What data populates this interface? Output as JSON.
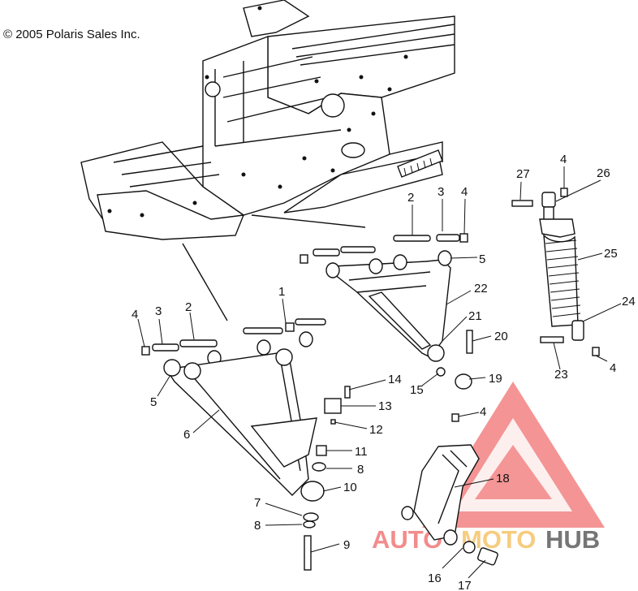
{
  "copyright": "© 2005 Polaris Sales Inc.",
  "watermark": {
    "text_part1": "AUTO",
    "text_part2": "MOTO",
    "text_part3": "HUB",
    "color_primary": "#f07070",
    "color_secondary": "#f5d070",
    "color_hub": "#555555"
  },
  "callouts": {
    "c1": "1",
    "c2a": "2",
    "c2b": "2",
    "c3a": "3",
    "c3b": "3",
    "c4a": "4",
    "c4b": "4",
    "c4c": "4",
    "c4d": "4",
    "c4e": "4",
    "c5a": "5",
    "c5b": "5",
    "c6": "6",
    "c7": "7",
    "c8a": "8",
    "c8b": "8",
    "c9": "9",
    "c10": "10",
    "c11": "11",
    "c12": "12",
    "c13": "13",
    "c14": "14",
    "c15": "15",
    "c16": "16",
    "c17": "17",
    "c18": "18",
    "c19": "19",
    "c20": "20",
    "c21": "21",
    "c22": "22",
    "c23": "23",
    "c24": "24",
    "c25": "25",
    "c26": "26",
    "c27": "27"
  }
}
